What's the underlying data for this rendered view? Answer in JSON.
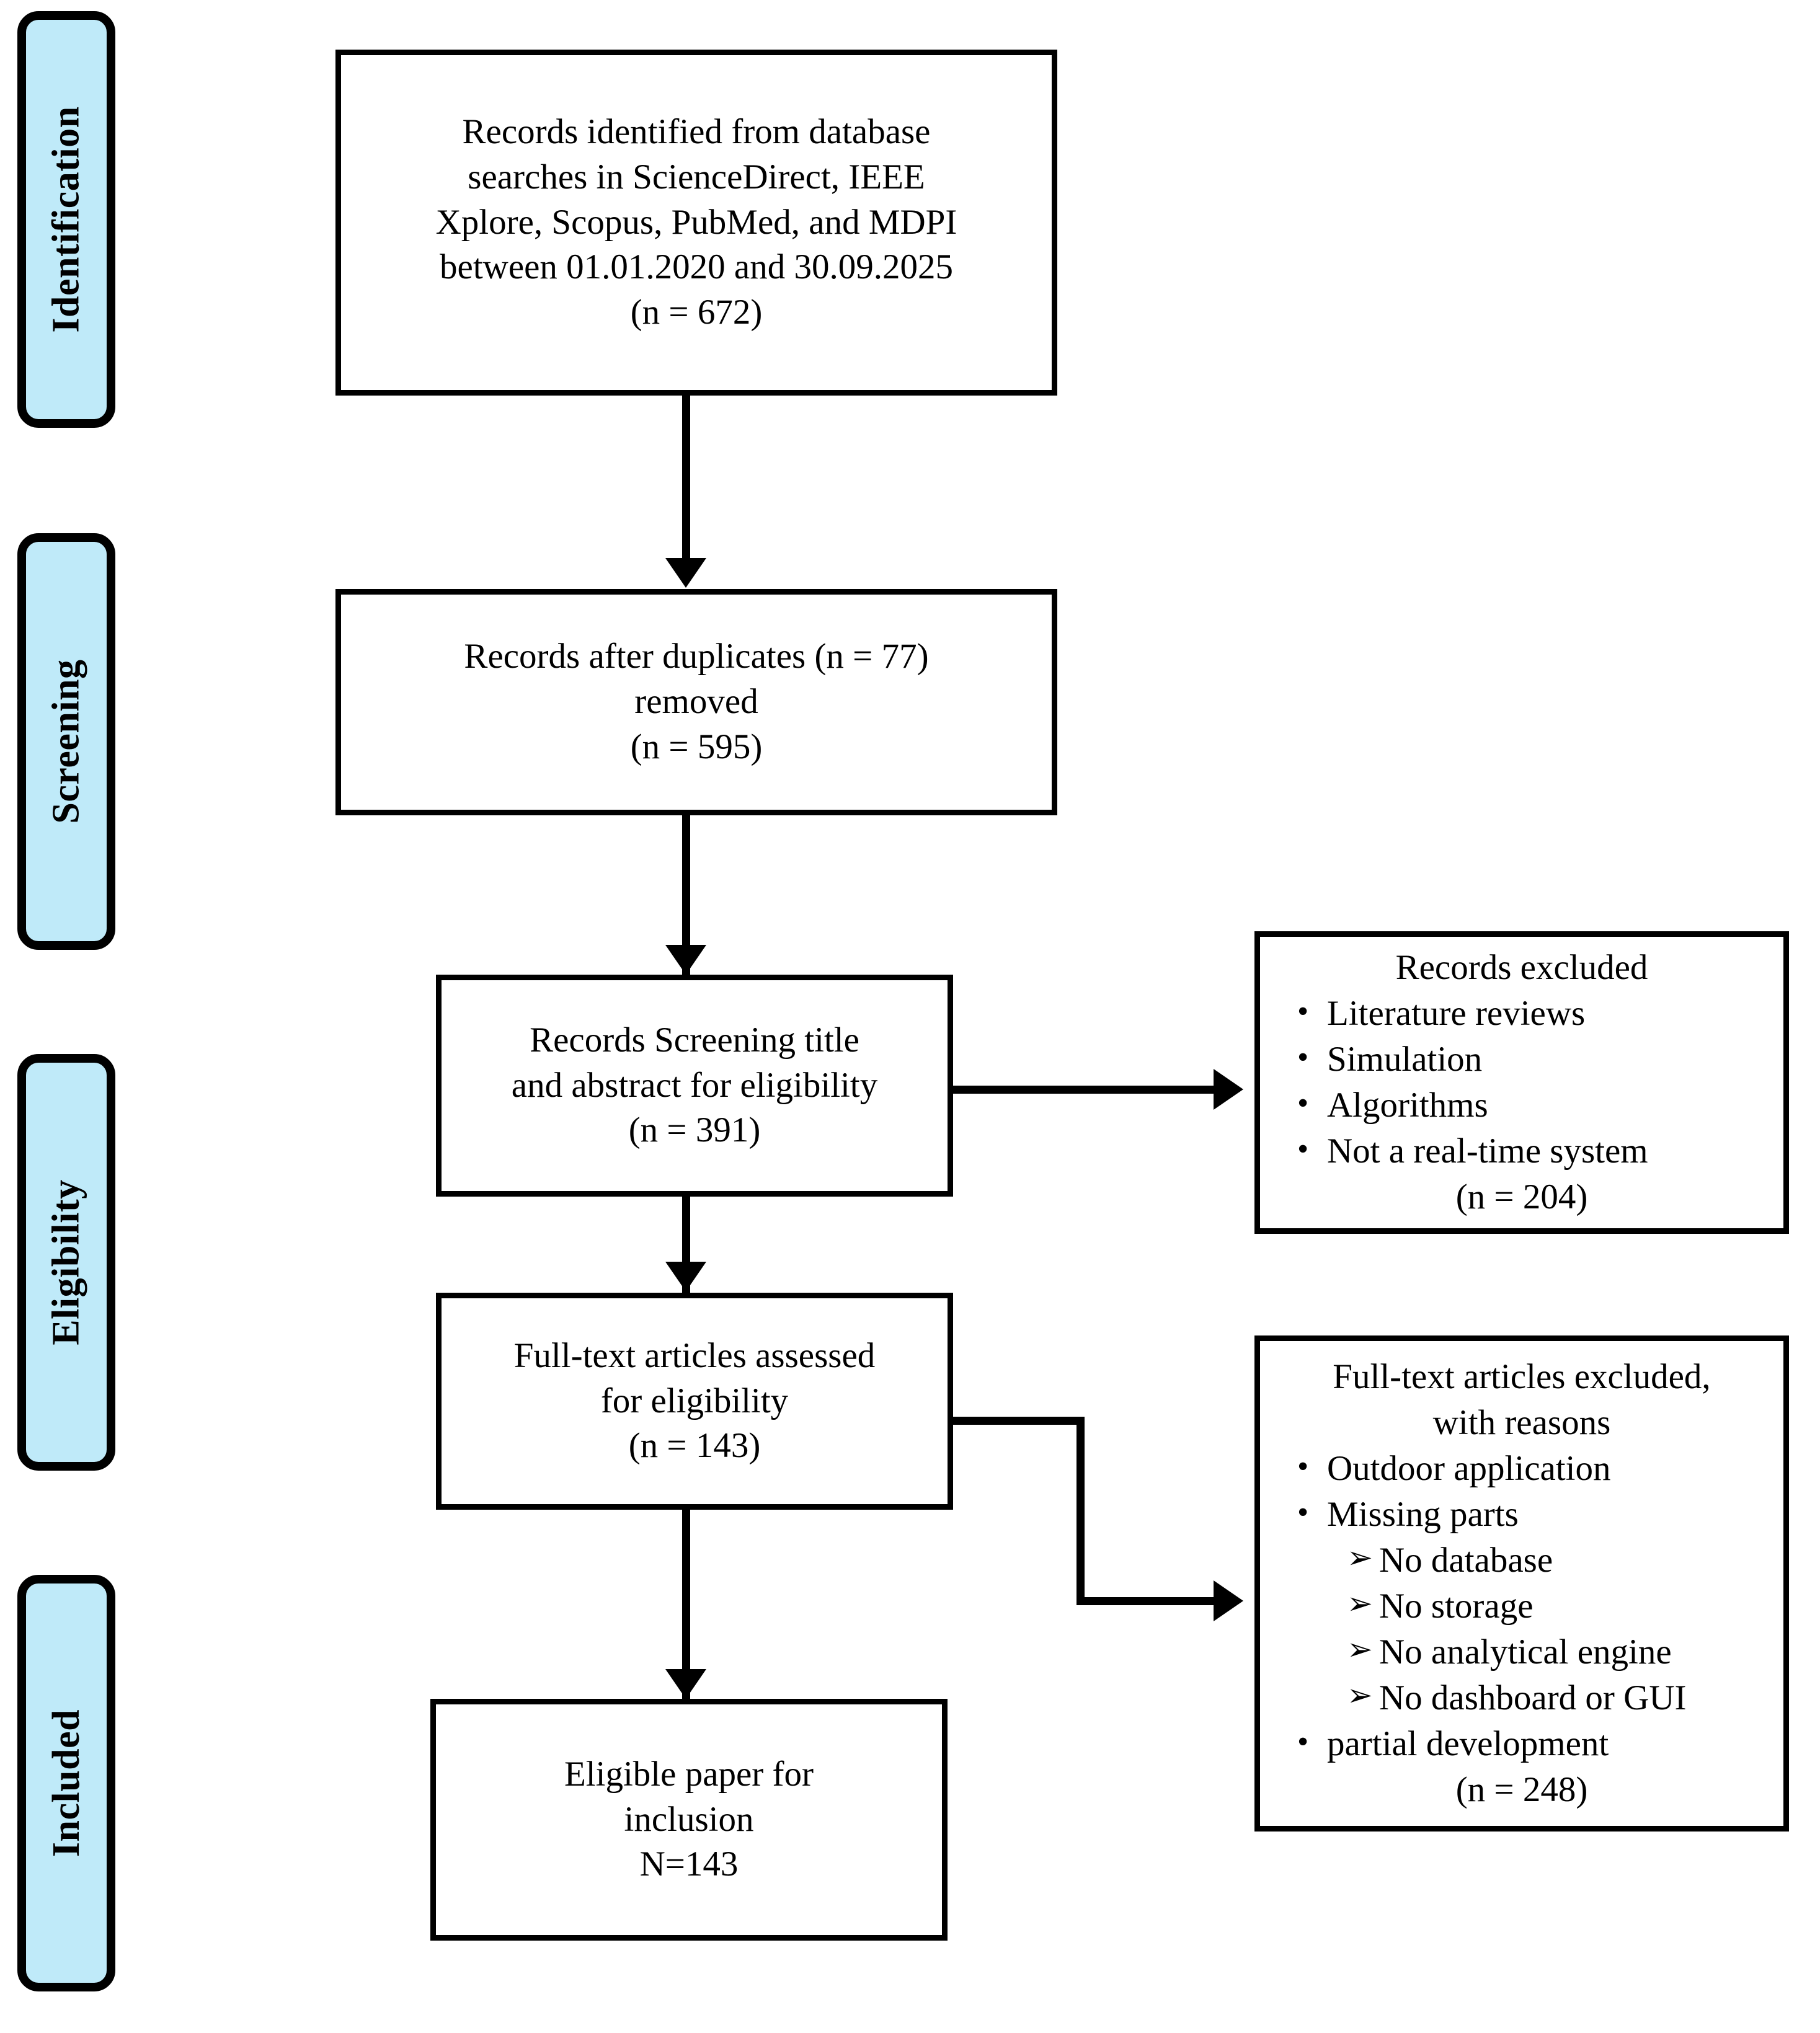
{
  "figure": {
    "type": "prisma-flow-diagram",
    "accent_color": "#bfeaf9",
    "line_color": "#000000",
    "background": "#ffffff"
  },
  "phases": [
    {
      "label": "Identification"
    },
    {
      "label": "Screening"
    },
    {
      "label": "Eligibility"
    },
    {
      "label": "Included"
    }
  ],
  "boxes": {
    "identified": {
      "lines": [
        "Records identified from database",
        "searches in ScienceDirect, IEEE",
        "Xplore, Scopus, PubMed, and MDPI",
        "between 01.01.2020 and 30.09.2025",
        "(n = 672)"
      ]
    },
    "after_duplicates": {
      "lines": [
        "Records after duplicates (n = 77)",
        "removed",
        "(n = 595)"
      ]
    },
    "screening": {
      "lines": [
        "Records Screening title",
        "and abstract for eligibility",
        "(n = 391)"
      ]
    },
    "fulltext_assessed": {
      "lines": [
        "Full-text articles assessed",
        "for eligibility",
        "(n = 143)"
      ]
    },
    "eligible_included": {
      "lines": [
        "Eligible paper for",
        "inclusion",
        "N=143"
      ]
    }
  },
  "excluded_boxes": {
    "records_excluded": {
      "heading": "Records excluded",
      "items": [
        {
          "marker": "•",
          "text": "Literature reviews",
          "level": 1
        },
        {
          "marker": "•",
          "text": "Simulation",
          "level": 1
        },
        {
          "marker": "•",
          "text": "Algorithms",
          "level": 1
        },
        {
          "marker": "•",
          "text": "Not a real-time system",
          "level": 1
        }
      ],
      "count": "(n = 204)"
    },
    "fulltext_excluded": {
      "heading_lines": [
        "Full-text articles excluded,",
        "with reasons"
      ],
      "items": [
        {
          "marker": "•",
          "text": "Outdoor application",
          "level": 1
        },
        {
          "marker": "•",
          "text": "Missing parts",
          "level": 1
        },
        {
          "marker": "➢",
          "text": "No database",
          "level": 2
        },
        {
          "marker": "➢",
          "text": "No storage",
          "level": 2
        },
        {
          "marker": "➢",
          "text": "No analytical engine",
          "level": 2
        },
        {
          "marker": "➢",
          "text": "No dashboard or GUI",
          "level": 2
        },
        {
          "marker": "•",
          "text": "partial development",
          "level": 1
        }
      ],
      "count": "(n = 248)"
    }
  },
  "chart_data": {
    "type": "table",
    "title": "PRISMA study selection flow",
    "stages": [
      {
        "stage": "Identification",
        "label": "Records identified from database searches in ScienceDirect, IEEE Xplore, Scopus, PubMed, and MDPI between 01.01.2020 and 30.09.2025",
        "n": 672
      },
      {
        "stage": "Screening",
        "label": "Records after duplicates removed",
        "duplicates_removed": 77,
        "n": 595
      },
      {
        "stage": "Screening",
        "label": "Records Screening title and abstract for eligibility",
        "n": 391
      },
      {
        "stage": "Screening",
        "label": "Records excluded",
        "n": 204
      },
      {
        "stage": "Eligibility",
        "label": "Full-text articles assessed for eligibility",
        "n": 143
      },
      {
        "stage": "Eligibility",
        "label": "Full-text articles excluded, with reasons",
        "n": 248
      },
      {
        "stage": "Included",
        "label": "Eligible paper for inclusion",
        "n": 143
      }
    ]
  }
}
